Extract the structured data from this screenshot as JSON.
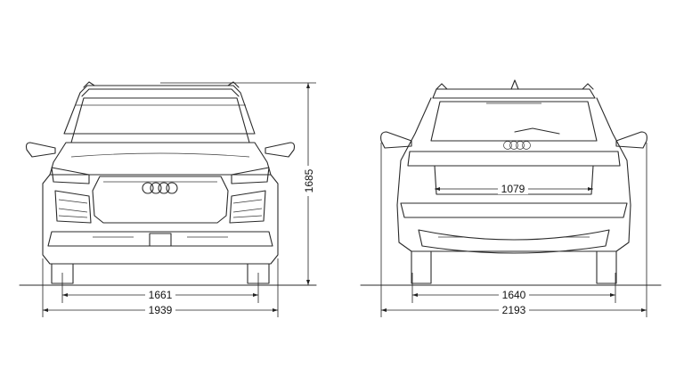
{
  "front_view": {
    "track_width": "1661",
    "overall_width": "1939",
    "height": "1685"
  },
  "rear_view": {
    "track_width": "1640",
    "width_incl_mirrors": "2193",
    "tailgate_opening_width": "1079"
  },
  "colors": {
    "line": "#2a2a2a",
    "background": "#ffffff"
  }
}
